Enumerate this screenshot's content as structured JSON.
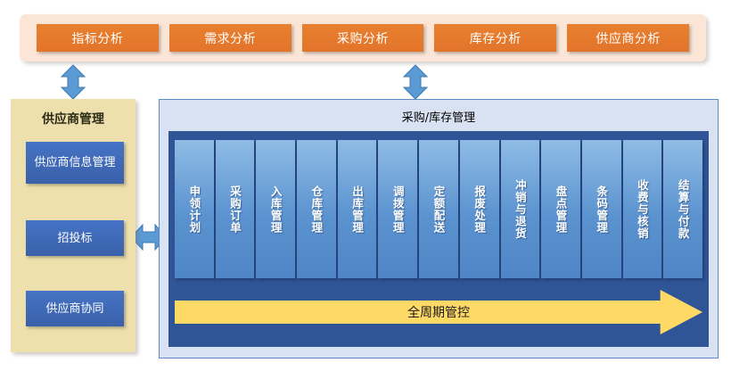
{
  "analytics_banner": {
    "background_color": "#FAE5D6",
    "chip_color": "#E8802F",
    "chips": [
      {
        "label": "指标分析"
      },
      {
        "label": "需求分析"
      },
      {
        "label": "采购分析"
      },
      {
        "label": "库存分析"
      },
      {
        "label": "供应商分析"
      }
    ]
  },
  "connectors": {
    "color": "#5B9BD5",
    "left_vertical": {
      "name": "double-arrow-up-down"
    },
    "center_vertical": {
      "name": "double-arrow-up-down"
    },
    "middle_horizontal": {
      "name": "double-arrow-left-right"
    }
  },
  "supplier_panel": {
    "title": "供应商管理",
    "background_color": "#EDE0AC",
    "chip_color": "#4573C5",
    "items": [
      {
        "label": "供应商信息管理"
      },
      {
        "label": "招投标"
      },
      {
        "label": "供应商协同"
      }
    ]
  },
  "main_panel": {
    "title": "采购/库存管理",
    "background_color": "#D9E2F3",
    "board_color": "#2F5597",
    "column_color": "#5B93D0",
    "columns": [
      {
        "label": "申领计划"
      },
      {
        "label": "采购订单"
      },
      {
        "label": "入库管理"
      },
      {
        "label": "仓库管理"
      },
      {
        "label": "出库管理"
      },
      {
        "label": "调拨管理"
      },
      {
        "label": "定额配送"
      },
      {
        "label": "报废处理"
      },
      {
        "label": "冲销与退货"
      },
      {
        "label": "盘点管理"
      },
      {
        "label": "条码管理"
      },
      {
        "label": "收费与核销"
      },
      {
        "label": "结算与付款"
      }
    ],
    "lifecycle_arrow": {
      "label": "全周期管控",
      "color": "#FFD966"
    }
  }
}
